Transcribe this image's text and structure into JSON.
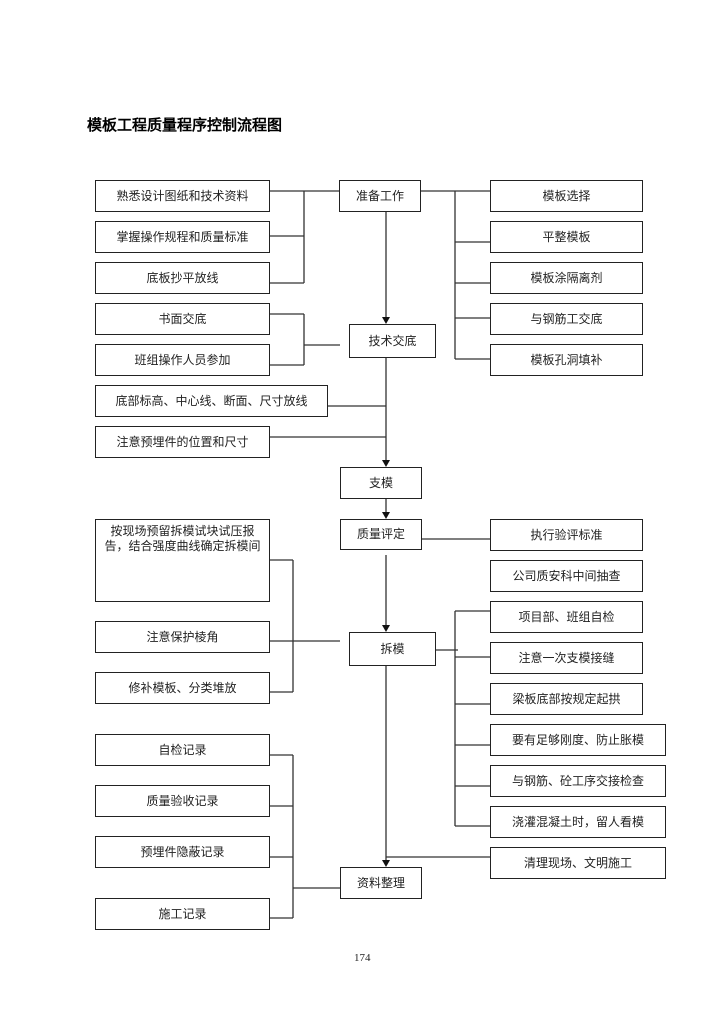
{
  "title": "模板工程质量程序控制流程图",
  "page_number": "174",
  "main_steps": [
    {
      "id": "prep",
      "label": "准备工作"
    },
    {
      "id": "tech",
      "label": "技术交底"
    },
    {
      "id": "support",
      "label": "支模"
    },
    {
      "id": "quality",
      "label": "质量评定"
    },
    {
      "id": "remove",
      "label": "拆模"
    },
    {
      "id": "records",
      "label": "资料整理"
    }
  ],
  "prep_inputs": [
    "熟悉设计图纸和技术资料",
    "掌握操作规程和质量标准",
    "底板抄平放线"
  ],
  "prep_outputs": [
    "模板选择",
    "平整模板",
    "模板涂隔离剂",
    "与钢筋工交底",
    "模板孔洞填补"
  ],
  "tech_inputs": [
    "书面交底",
    "班组操作人员参加"
  ],
  "support_inputs": [
    "底部标高、中心线、断面、尺寸放线",
    "注意预埋件的位置和尺寸"
  ],
  "quality_outputs": [
    "执行验评标准",
    "公司质安科中间抽查"
  ],
  "remove_inputs": [
    "按现场预留拆模试块试压报告，结合强度曲线确定拆模间",
    "注意保护棱角",
    "修补模板、分类堆放"
  ],
  "remove_outputs": [
    "项目部、班组自检",
    "注意一次支模接缝",
    "梁板底部按规定起拱",
    "要有足够刚度、防止胀模",
    "与钢筋、砼工序交接检查",
    "浇灌混凝土时，留人看模"
  ],
  "cleanup": "清理现场、文明施工",
  "record_inputs": [
    "自检记录",
    "质量验收记录",
    "预埋件隐蔽记录",
    "施工记录"
  ]
}
